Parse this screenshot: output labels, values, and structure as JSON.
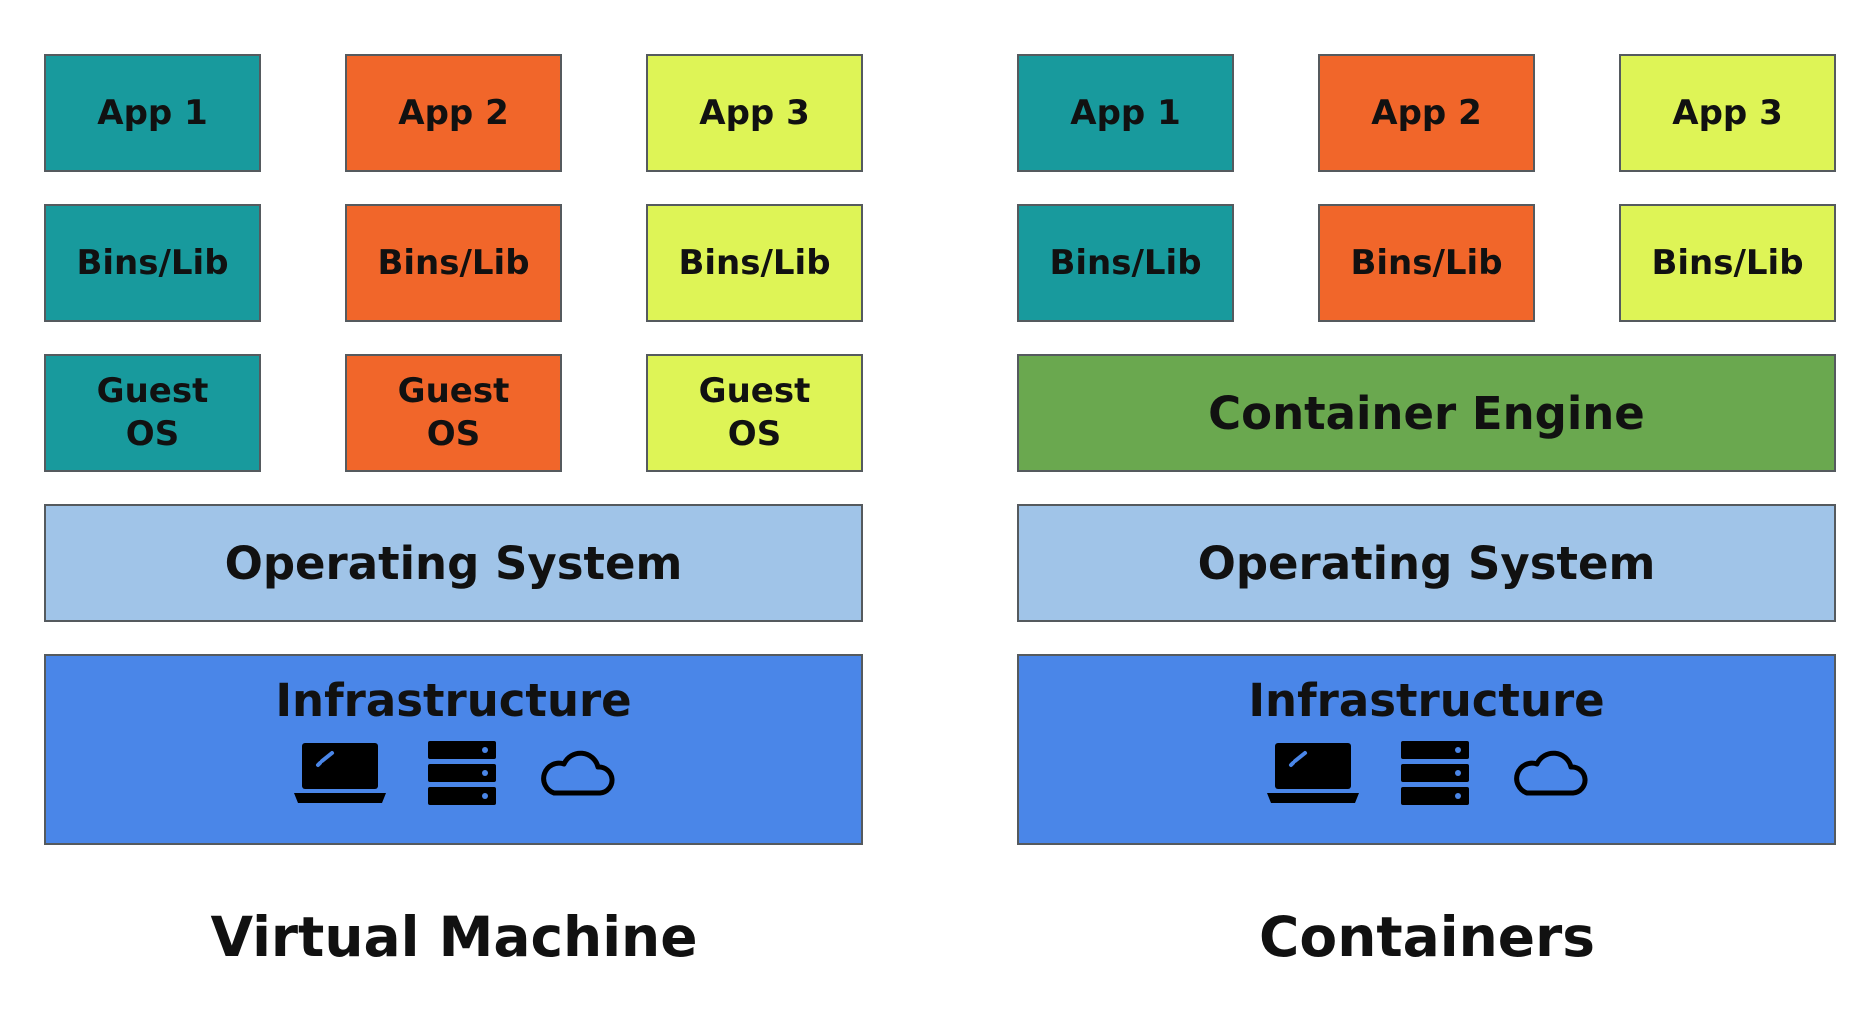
{
  "virtual_machine": {
    "apps": [
      "App 1",
      "App 2",
      "App 3"
    ],
    "bins": [
      "Bins/Lib",
      "Bins/Lib",
      "Bins/Lib"
    ],
    "guest_os": [
      "Guest\nOS",
      "Guest\nOS",
      "Guest\nOS"
    ],
    "operating_system": "Operating System",
    "infrastructure": "Infrastructure",
    "caption": "Virtual Machine"
  },
  "containers": {
    "apps": [
      "App 1",
      "App 2",
      "App 3"
    ],
    "bins": [
      "Bins/Lib",
      "Bins/Lib",
      "Bins/Lib"
    ],
    "container_engine": "Container Engine",
    "operating_system": "Operating System",
    "infrastructure": "Infrastructure",
    "caption": "Containers"
  },
  "icons": [
    "laptop-icon",
    "server-icon",
    "cloud-icon"
  ],
  "colors": {
    "app1": "#189a9d",
    "app2": "#f1662a",
    "app3": "#def456",
    "container_engine": "#6aa84f",
    "operating_system": "#a0c4e8",
    "infrastructure": "#4a86e8"
  }
}
